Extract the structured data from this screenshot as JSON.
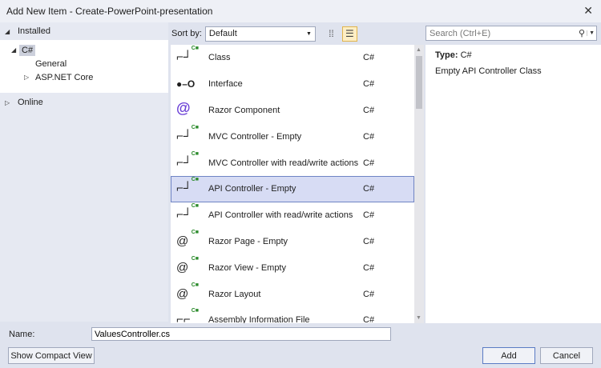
{
  "window": {
    "title": "Add New Item - Create-PowerPoint-presentation",
    "close_icon": "✕"
  },
  "left": {
    "installed": "Installed",
    "csharp": "C#",
    "general": "General",
    "aspnet": "ASP.NET Core",
    "online": "Online"
  },
  "toolbar": {
    "sort_label": "Sort by:",
    "sort_value": "Default"
  },
  "search": {
    "placeholder": "Search (Ctrl+E)"
  },
  "items": [
    {
      "name": "Class",
      "lang": "C#",
      "icon": "class-icon"
    },
    {
      "name": "Interface",
      "lang": "C#",
      "icon": "interface-icon"
    },
    {
      "name": "Razor Component",
      "lang": "C#",
      "icon": "razor-component-icon"
    },
    {
      "name": "MVC Controller - Empty",
      "lang": "C#",
      "icon": "controller-icon"
    },
    {
      "name": "MVC Controller with read/write actions",
      "lang": "C#",
      "icon": "controller-icon"
    },
    {
      "name": "API Controller - Empty",
      "lang": "C#",
      "icon": "controller-icon",
      "selected": true
    },
    {
      "name": "API Controller with read/write actions",
      "lang": "C#",
      "icon": "controller-icon"
    },
    {
      "name": "Razor Page - Empty",
      "lang": "C#",
      "icon": "razor-page-icon"
    },
    {
      "name": "Razor View - Empty",
      "lang": "C#",
      "icon": "razor-page-icon"
    },
    {
      "name": "Razor Layout",
      "lang": "C#",
      "icon": "razor-page-icon"
    },
    {
      "name": "Assembly Information File",
      "lang": "C#",
      "icon": "assembly-icon"
    }
  ],
  "detail": {
    "type_label": "Type:",
    "type_value": "C#",
    "description": "Empty API Controller Class"
  },
  "footer": {
    "name_label": "Name:",
    "name_value": "ValuesController.cs",
    "compact": "Show Compact View",
    "add": "Add",
    "cancel": "Cancel"
  },
  "colors": {
    "selection": "#d7dcf4",
    "accent": "#6f84c4"
  }
}
